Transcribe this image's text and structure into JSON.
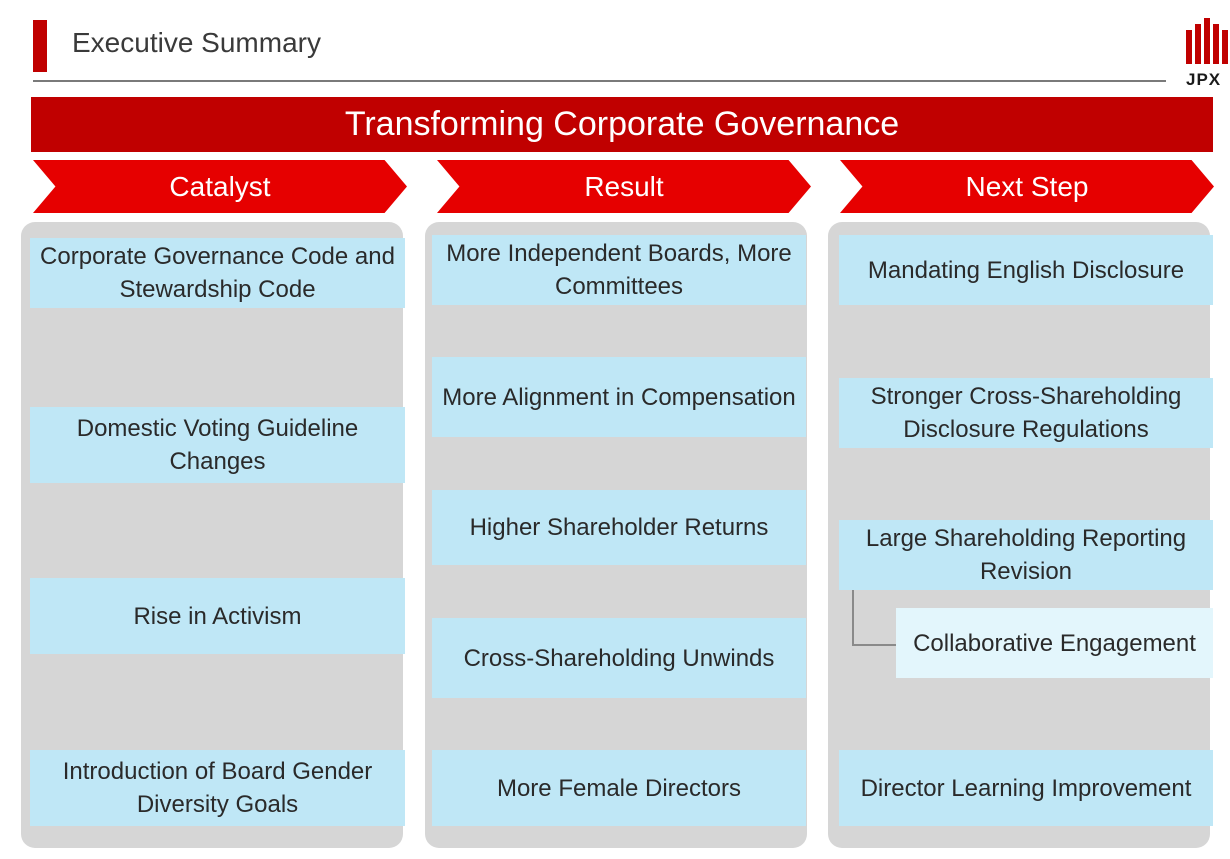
{
  "header": {
    "title": "Executive Summary",
    "logo_text": "JPX"
  },
  "banner": {
    "title": "Transforming Corporate Governance"
  },
  "columns": [
    {
      "heading": "Catalyst",
      "items": [
        "Corporate Governance Code and Stewardship Code",
        "Domestic Voting Guideline Changes",
        "Rise in Activism",
        "Introduction of Board Gender Diversity Goals"
      ]
    },
    {
      "heading": "Result",
      "items": [
        "More Independent Boards, More Committees",
        "More Alignment in Compensation",
        "Higher Shareholder Returns",
        "Cross-Shareholding Unwinds",
        "More Female Directors"
      ]
    },
    {
      "heading": "Next Step",
      "items": [
        "Mandating English Disclosure",
        "Stronger Cross-Shareholding Disclosure Regulations",
        "Large Shareholding Reporting Revision",
        "Director Learning Improvement"
      ],
      "sub_item": "Collaborative Engagement"
    }
  ],
  "colors": {
    "brand_red": "#c00000",
    "arrow_red": "#e60000",
    "card_blue": "#bfe7f6",
    "panel_gray": "#d6d6d6"
  }
}
